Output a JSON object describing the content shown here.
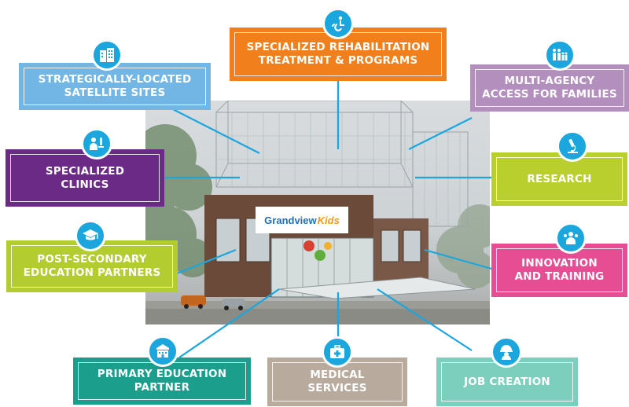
{
  "building": {
    "sign_brand": "Grandview",
    "sign_suffix": "Kids"
  },
  "callouts": [
    {
      "id": "rehab",
      "label": "SPECIALIZED REHABILITATION\nTREATMENT & PROGRAMS",
      "color": "#f07f1c",
      "icon": "accessibility-hearing-icon"
    },
    {
      "id": "satellite",
      "label": "STRATEGICALLY-LOCATED\nSATELLITE SITES",
      "color": "#71b6e4",
      "icon": "buildings-icon"
    },
    {
      "id": "multiagency",
      "label": "MULTI-AGENCY\nACCESS FOR FAMILIES",
      "color": "#b28fbd",
      "icon": "family-icon"
    },
    {
      "id": "clinics",
      "label": "SPECIALIZED\nCLINICS",
      "color": "#6a2a86",
      "icon": "clinic-icon"
    },
    {
      "id": "research",
      "label": "RESEARCH",
      "color": "#b9cf2d",
      "icon": "microscope-icon"
    },
    {
      "id": "postsec",
      "label": "POST-SECONDARY\nEDUCATION PARTNERS",
      "color": "#b3cc2f",
      "icon": "graduation-cap-icon"
    },
    {
      "id": "innovation",
      "label": "INNOVATION\nAND TRAINING",
      "color": "#e64d92",
      "icon": "team-icon"
    },
    {
      "id": "primary",
      "label": "PRIMARY EDUCATION\nPARTNER",
      "color": "#1b9e8c",
      "icon": "school-icon"
    },
    {
      "id": "medical",
      "label": "MEDICAL\nSERVICES",
      "color": "#b8ab9e",
      "icon": "first-aid-kit-icon"
    },
    {
      "id": "jobs",
      "label": "JOB CREATION",
      "color": "#7ccfbd",
      "icon": "hard-hat-worker-icon"
    }
  ],
  "line_color": "#1ba6dd"
}
